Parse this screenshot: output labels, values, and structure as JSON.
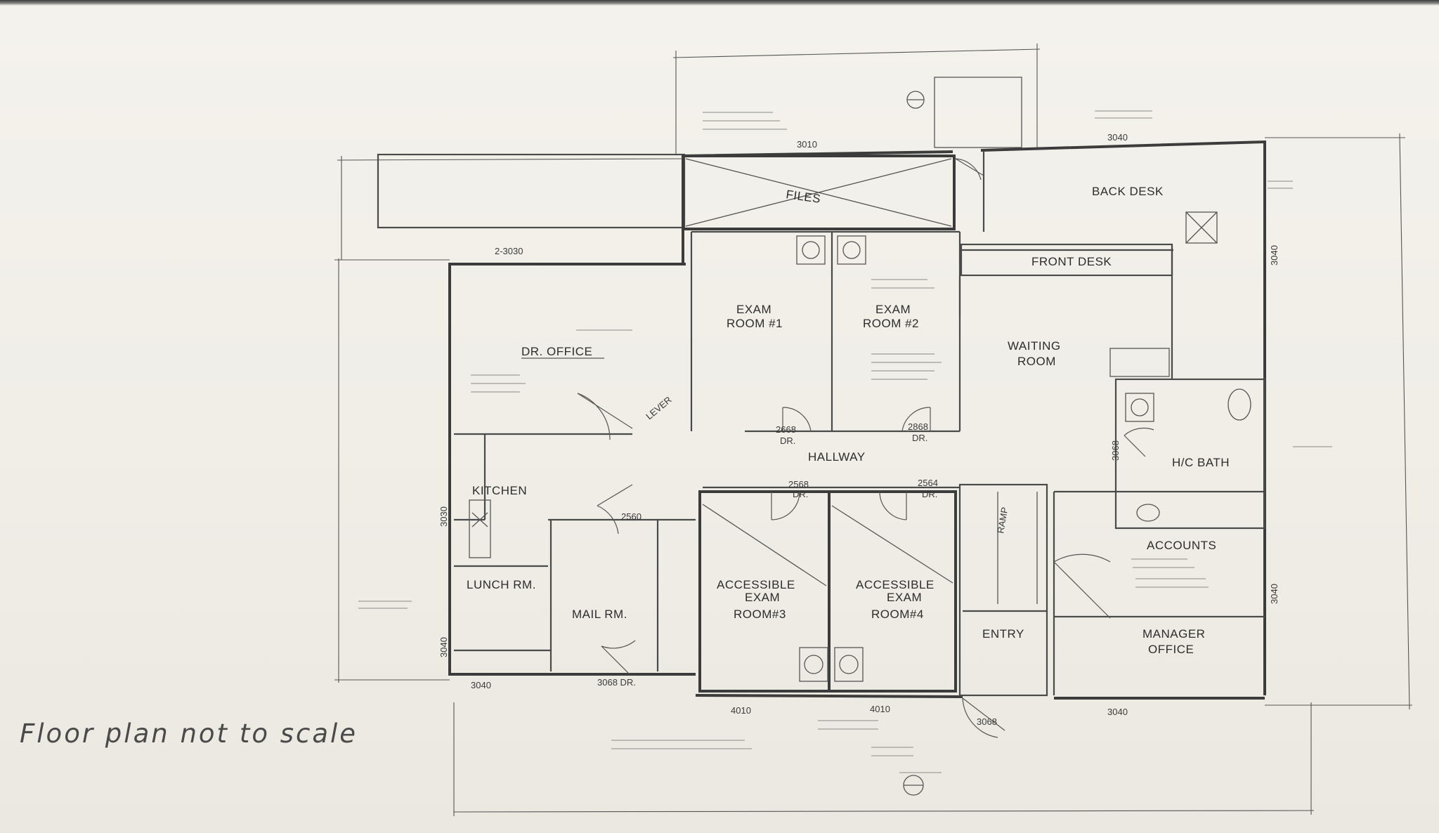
{
  "plan": {
    "rooms": {
      "dr_office": "DR. OFFICE",
      "exam1_a": "EXAM",
      "exam1_b": "ROOM #1",
      "exam2_a": "EXAM",
      "exam2_b": "ROOM #2",
      "files": "FILES",
      "back_desk": "BACK DESK",
      "front_desk": "FRONT DESK",
      "waiting_a": "WAITING",
      "waiting_b": "ROOM",
      "hallway": "HALLWAY",
      "kitchen": "KITCHEN",
      "hc_bath": "H/C BATH",
      "accounts": "ACCOUNTS",
      "lunch_rm": "LUNCH RM.",
      "mail_rm": "MAIL RM.",
      "acc3_a": "ACCESSIBLE",
      "acc3_b": "EXAM",
      "acc3_c": "ROOM#3",
      "acc4_a": "ACCESSIBLE",
      "acc4_b": "EXAM",
      "acc4_c": "ROOM#4",
      "entry": "ENTRY",
      "manager_a": "MANAGER",
      "manager_b": "OFFICE",
      "ramp": "RAMP",
      "lever": "LEVER"
    },
    "labels": {
      "w_2_3030": "2-3030",
      "w_3010": "3010",
      "w_3040_top": "3040",
      "w_3040_left": "3040",
      "w_3040_bottom": "3040",
      "w_3040_bottom_right": "3040",
      "w_4010_a": "4010",
      "w_4010_b": "4010",
      "d_3068": "3068 DR.",
      "d_2668": "2668",
      "d_2868": "2868",
      "d_2568": "2568",
      "d_2564": "2564",
      "d_2560": "2560",
      "dr": "DR.",
      "dr_b": "DR.",
      "dr_c": "DR.",
      "dr_d": "DR.",
      "d_3068_b": "3068",
      "d_3068_c": "3068",
      "w_3030": "3030",
      "w_3040_v": "3040",
      "w_3040_v2": "3040"
    }
  },
  "caption": "Floor plan not to scale"
}
